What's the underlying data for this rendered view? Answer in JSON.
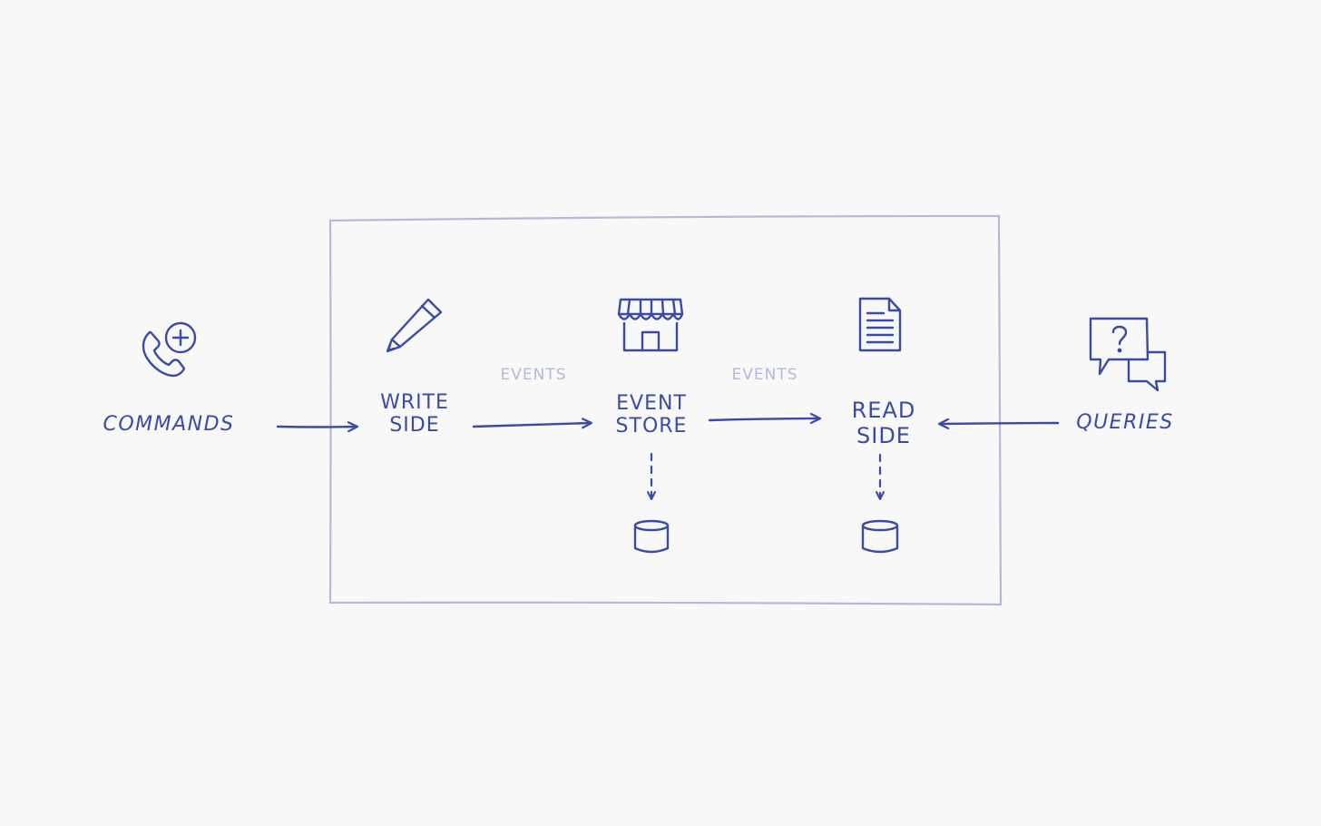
{
  "colors": {
    "ink": "#3a4aa8",
    "faint": "#b2b9dc",
    "boundary": "#b2b9dc",
    "background": "#f8f8f9"
  },
  "nodes": {
    "commands": {
      "label": "COMMANDS",
      "icon": "phone-plus-icon"
    },
    "write_side": {
      "label": "WRITE\nSIDE",
      "icon": "pencil-icon"
    },
    "event_store": {
      "label": "EVENT\nSTORE",
      "icon": "store-icon"
    },
    "read_side": {
      "label": "READ\nSIDE",
      "icon": "document-icon"
    },
    "queries": {
      "label": "QUERIES",
      "icon": "chat-question-icon"
    }
  },
  "edges": {
    "write_to_store": {
      "label": "EVENTS"
    },
    "store_to_read": {
      "label": "EVENTS"
    }
  },
  "databases": {
    "event_store_db": {
      "icon": "database-icon"
    },
    "read_side_db": {
      "icon": "database-icon"
    }
  }
}
